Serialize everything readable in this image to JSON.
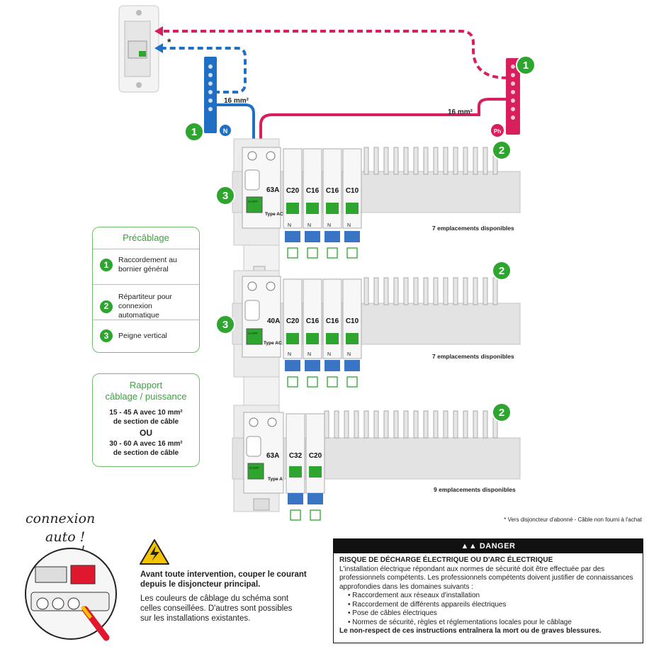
{
  "colors": {
    "neutral_blue": "#1f6fc4",
    "phase_red": "#d81e5b",
    "green": "#2ea52e",
    "legend_border": "#6fbf6a",
    "rail_gray": "#d7d7d7"
  },
  "top": {
    "asterisk": "*",
    "section_left": "16 mm²",
    "section_right": "16 mm²",
    "neutral_label": "N",
    "phase_label": "Ph",
    "badge_neutral": "1",
    "badge_phase": "1"
  },
  "rows": [
    {
      "badge_comb": "2",
      "badge_vertical": "3",
      "main_rating": "63A",
      "main_type": "Type AC",
      "breakers": [
        "C20",
        "C16",
        "C16",
        "C10"
      ],
      "available": "7 emplacements disponibles"
    },
    {
      "badge_comb": "2",
      "badge_vertical": "3",
      "main_rating": "40A",
      "main_type": "Type AC",
      "breakers": [
        "C20",
        "C16",
        "C16",
        "C10"
      ],
      "available": "7 emplacements disponibles"
    },
    {
      "badge_comb": "2",
      "main_rating": "63A",
      "main_type": "Type A",
      "breakers": [
        "C32",
        "C20"
      ],
      "available": "9 emplacements disponibles"
    }
  ],
  "module_texts": {
    "off_label": "O-OFF",
    "neutral_mark": "N"
  },
  "legend": {
    "title": "Précâblage",
    "items": [
      {
        "num": "1",
        "text": "Raccordement au bornier général"
      },
      {
        "num": "2",
        "text": "Répartiteur pour connexion automatique"
      },
      {
        "num": "3",
        "text": "Peigne vertical"
      }
    ]
  },
  "ratio": {
    "title_line1": "Rapport",
    "title_line2": "câblage / puissance",
    "line1": "15 - 45 A avec 10 mm²",
    "line2": "de section de câble",
    "or": "OU",
    "line3": "30 - 60 A avec 16 mm²",
    "line4": "de section de câble"
  },
  "footnote": "* Vers disjoncteur d'abonné - Câble non fourni à l'achat",
  "connexion": {
    "line1": "connexion",
    "line2": "auto !"
  },
  "warning": {
    "line1": "Avant toute intervention, couper le courant",
    "line2": "depuis le disjoncteur principal.",
    "line3": "Les couleurs de câblage du schéma sont",
    "line4": "celles conseillées. D'autres sont possibles",
    "line5": "sur les installations existantes."
  },
  "danger": {
    "header": "DANGER",
    "subtitle": "RISQUE DE DÉCHARGE ÉLECTRIQUE OU D'ARC ÉLECTRIQUE",
    "intro": "L'installation électrique répondant aux normes de sécurité doit être effectuée par des professionnels compétents. Les professionnels compétents doivent justifier de connaissances approfondies dans les domaines suivants :",
    "bullets": [
      "Raccordement aux réseaux d'installation",
      "Raccordement de différents appareils électriques",
      "Pose de câbles électriques",
      "Normes de sécurité, règles et réglementations locales pour le câblage"
    ],
    "conclusion": "Le non-respect de ces instructions entraînera la mort ou de graves blessures."
  }
}
